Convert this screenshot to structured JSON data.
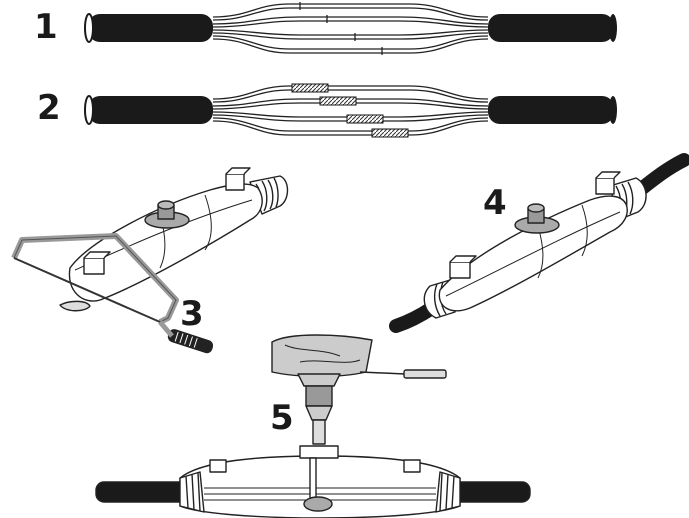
{
  "figure": {
    "steps": [
      {
        "label": "1"
      },
      {
        "label": "2"
      },
      {
        "label": "3"
      },
      {
        "label": "4"
      },
      {
        "label": "5"
      }
    ]
  },
  "colors": {
    "cable": "#1a1a1a",
    "outline": "#222222",
    "fill": "#ffffff",
    "saw_frame": "#9a9a9a"
  }
}
